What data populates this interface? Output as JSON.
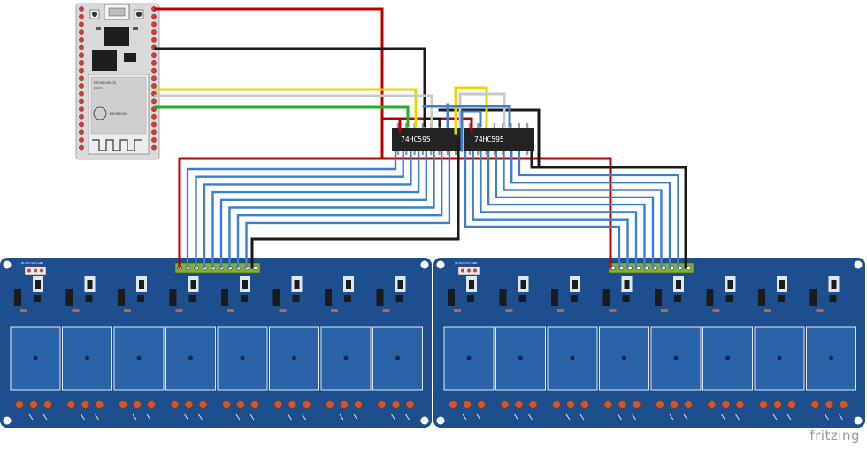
{
  "watermark": "fritzing",
  "components": {
    "microcontroller": {
      "icon": "esp32-devkit-board",
      "module_label_lines": [
        "ESP-WROOM-32",
        "ESP32"
      ],
      "module_brand": "ESP-WROOM"
    },
    "shift_registers": [
      {
        "label": "74HC595"
      },
      {
        "label": "74HC595"
      }
    ],
    "relay_modules": [
      {
        "channels": 8,
        "header_label": "JD-VCC VCC GND"
      },
      {
        "channels": 8,
        "header_label": "JD-VCC VCC GND"
      }
    ]
  },
  "wire_colors": {
    "power": "#c00000",
    "ground": "#1a1a1a",
    "data": "#e8d800",
    "clock": "#c8c8c8",
    "latch": "#22b022",
    "signal": "#3b7fd4"
  },
  "board_colors": {
    "esp_pcb": "#d7d7d7",
    "esp_module": "#ececec",
    "relay_pcb": "#1d4f8f",
    "relay_block": "#2a63a8",
    "relay_block_border": "#dfe8f2",
    "chip_body": "#222222",
    "screw_terminal": "#d0562a"
  }
}
